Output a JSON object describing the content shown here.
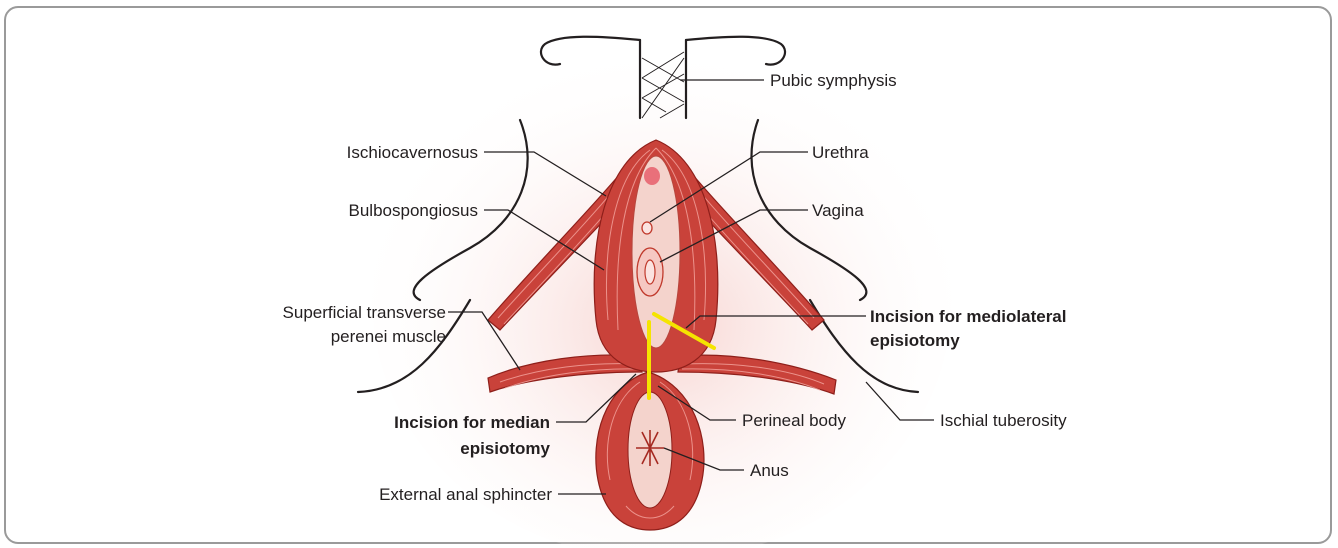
{
  "labels": {
    "pubic_symphysis": "Pubic symphysis",
    "ischiocavernosus": "Ischiocavernosus",
    "bulbospongiosus": "Bulbospongiosus",
    "urethra": "Urethra",
    "vagina": "Vagina",
    "superficial_transverse_line1": "Superficial transverse",
    "superficial_transverse_line2": "perenei muscle",
    "mediolateral_line1": "Incision for mediolateral",
    "mediolateral_line2": "episiotomy",
    "median_line1": "Incision for median",
    "median_line2": "episiotomy",
    "perineal_body": "Perineal body",
    "ischial_tuberosity": "Ischial tuberosity",
    "anus": "Anus",
    "external_anal_sphincter": "External anal sphincter"
  },
  "colors": {
    "muscle": "#c9423a",
    "muscle_dark": "#8e1f1a",
    "background_tint": "#f9e4e2",
    "vestibule": "#f4d3cc",
    "incision": "#f5e400",
    "frame": "#9a9a9a"
  }
}
